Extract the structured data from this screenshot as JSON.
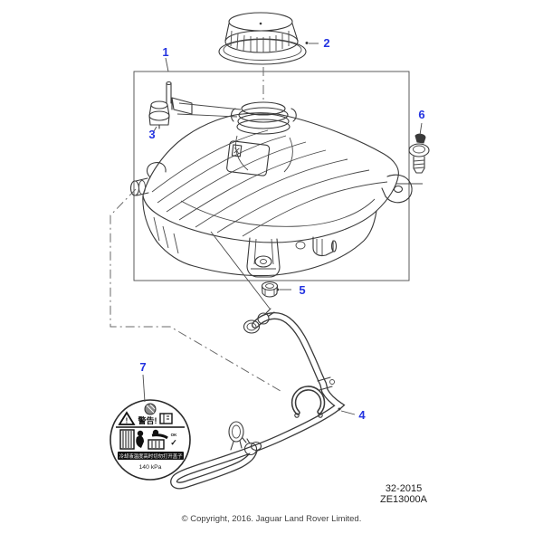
{
  "diagram": {
    "callouts": [
      {
        "number": "1"
      },
      {
        "number": "2"
      },
      {
        "number": "3"
      },
      {
        "number": "4"
      },
      {
        "number": "5"
      },
      {
        "number": "6"
      },
      {
        "number": "7"
      }
    ]
  },
  "warning_label": {
    "heading": "警告!",
    "triangle_mark": "!",
    "caution": "冷却液温度高时切勿打开盖子",
    "pressure": "140 kPa",
    "ok": "OK",
    "check": "✓"
  },
  "footer": {
    "figure_code": "32-2015",
    "sheet_code": "ZE13000A",
    "copyright": "© Copyright, 2016. Jaguar Land Rover Limited."
  },
  "colors": {
    "callout_blue": "#2333e0",
    "line": "#3a3a3a",
    "background": "#ffffff"
  }
}
